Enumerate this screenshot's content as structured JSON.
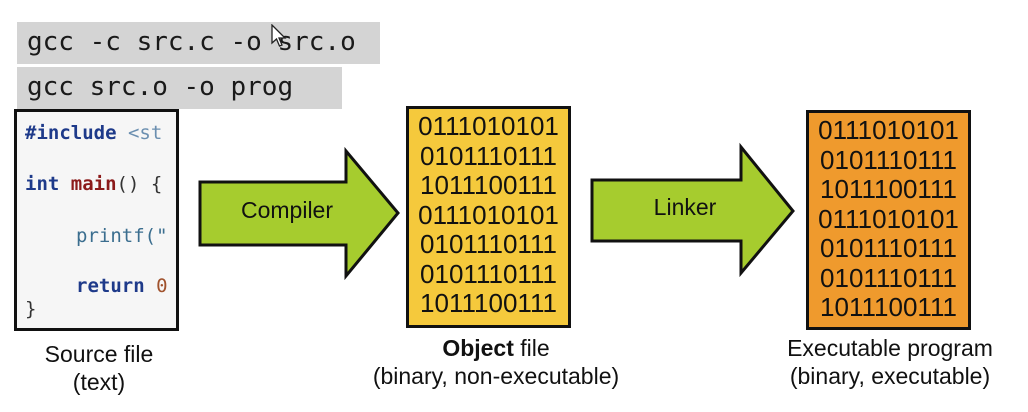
{
  "commands": {
    "compile": "gcc -c src.c -o src.o",
    "link": "gcc src.o -o prog"
  },
  "source_code": {
    "line1_directive": "#include",
    "line1_rest": " <st",
    "line2_type": "int",
    "line2_fn": "main",
    "line2_rest": "() {",
    "line3": "printf(\"",
    "line4_kw": "return",
    "line4_val": "0",
    "line5": "}"
  },
  "object_file": {
    "rows": [
      "0111010101",
      "0101110111",
      "1011100111",
      "0111010101",
      "0101110111",
      "0101110111",
      "1011100111"
    ],
    "caption_bold": "Object",
    "caption_rest": " file",
    "caption_sub": "(binary, non-executable)"
  },
  "executable": {
    "rows": [
      "0111010101",
      "0101110111",
      "1011100111",
      "0111010101",
      "0101110111",
      "0101110111",
      "1011100111"
    ],
    "caption_title": "Executable program",
    "caption_sub": "(binary, executable)"
  },
  "source_caption": {
    "title": "Source file",
    "sub": "(text)"
  },
  "arrows": {
    "compiler": "Compiler",
    "linker": "Linker"
  },
  "colors": {
    "arrow_fill": "#a6cc2e",
    "object_fill": "#f5c93c",
    "exec_fill": "#ef9a2d",
    "command_bg": "#d4d4d4"
  }
}
